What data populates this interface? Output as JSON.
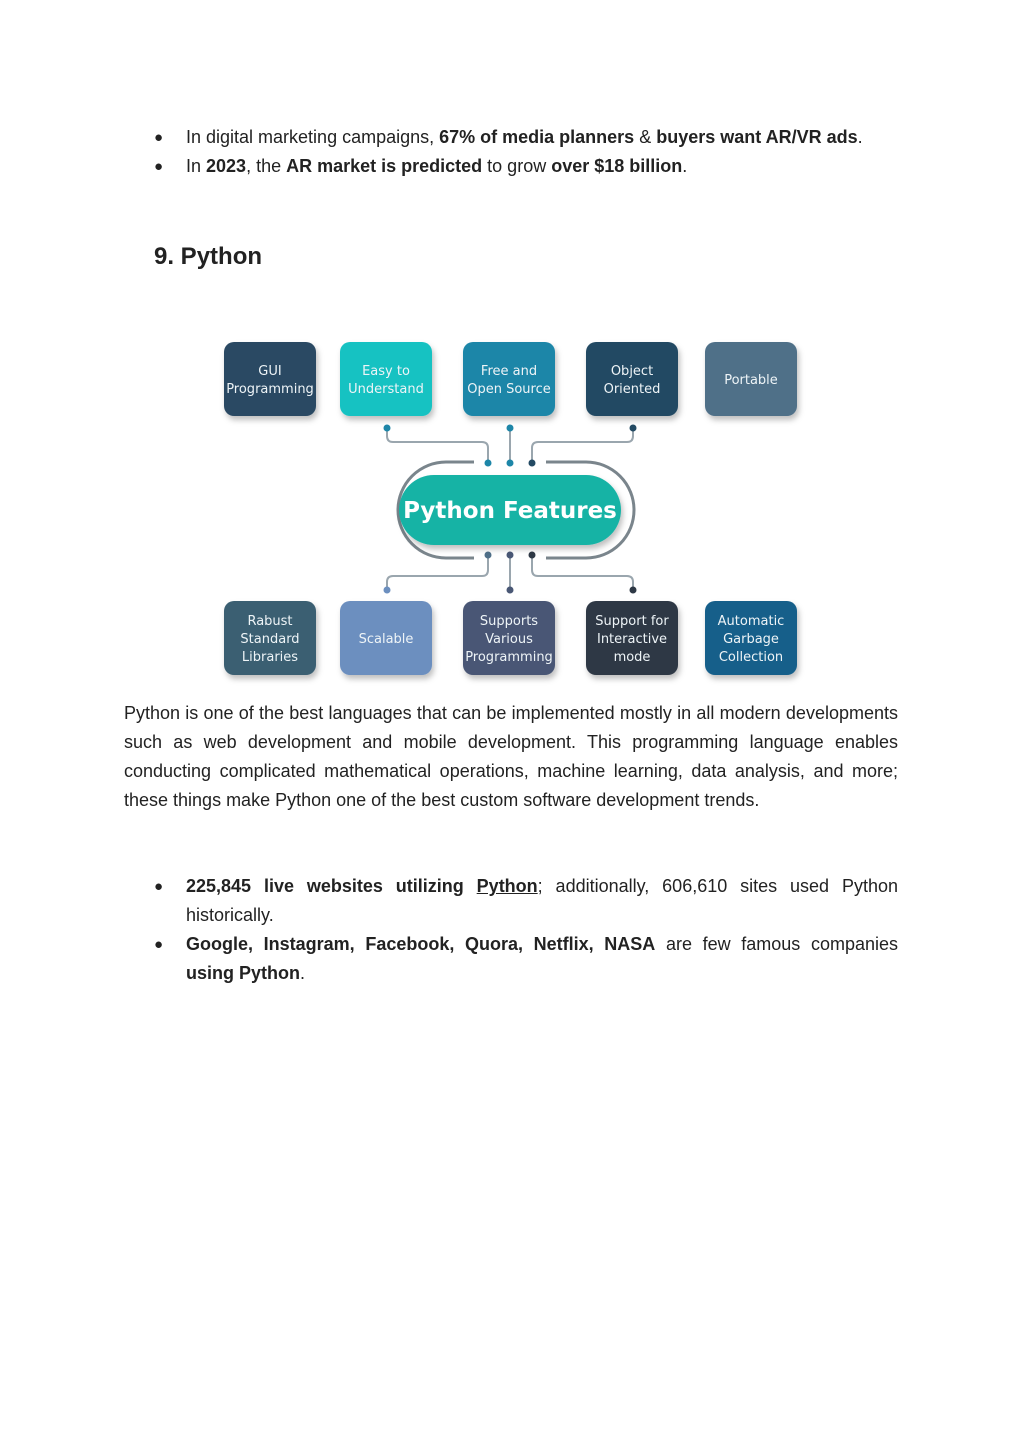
{
  "top_bullets": [
    {
      "parts": [
        {
          "text": "In digital marketing campaigns, ",
          "bold": false
        },
        {
          "text": "67% of media planners",
          "bold": true
        },
        {
          "text": " & ",
          "bold": false
        },
        {
          "text": "buyers want AR/VR ads",
          "bold": true
        },
        {
          "text": ".",
          "bold": false
        }
      ]
    },
    {
      "parts": [
        {
          "text": "In ",
          "bold": false
        },
        {
          "text": "2023",
          "bold": true
        },
        {
          "text": ", the ",
          "bold": false
        },
        {
          "text": "AR market is predicted",
          "bold": true
        },
        {
          "text": " to grow ",
          "bold": false
        },
        {
          "text": "over $18 billion",
          "bold": true
        },
        {
          "text": ".",
          "bold": false
        }
      ]
    }
  ],
  "bullet_glyph": "●",
  "section_heading": "9. Python",
  "figure": {
    "center_label": "Python Features",
    "top_features": [
      {
        "lines": [
          "GUI",
          "Programming"
        ],
        "color": "#2c4a63"
      },
      {
        "lines": [
          "Easy to",
          "Understand"
        ],
        "color": "#19c2c2"
      },
      {
        "lines": [
          "Free and",
          "Open Source"
        ],
        "color": "#1d86a8"
      },
      {
        "lines": [
          "Object",
          "Oriented"
        ],
        "color": "#234a63"
      },
      {
        "lines": [
          "Portable"
        ],
        "color": "#4f6f88"
      }
    ],
    "bottom_features": [
      {
        "lines": [
          "Rabust",
          "Standard",
          "Libraries"
        ],
        "color": "#3b5f72"
      },
      {
        "lines": [
          "Scalable"
        ],
        "color": "#6c8fbf"
      },
      {
        "lines": [
          "Supports",
          "Various",
          "Programming"
        ],
        "color": "#495775"
      },
      {
        "lines": [
          "Support for",
          "Interactive",
          "mode"
        ],
        "color": "#2e3845"
      },
      {
        "lines": [
          "Automatic",
          "Garbage",
          "Collection"
        ],
        "color": "#155f8a"
      }
    ],
    "accent_color": "#19b3a5"
  },
  "paragraph": "Python is one of the best languages that can be implemented mostly in all modern developments such as web development and mobile development. This programming language enables conducting complicated mathematical operations, machine learning, data analysis, and more; these things make Python one of the best custom software development trends.",
  "bottom_bullets": [
    {
      "parts": [
        {
          "text": " 225,845 live websites utilizing ",
          "bold": true
        },
        {
          "text": "Python",
          "bold": true,
          "underline": true
        },
        {
          "text": "; additionally, 606,610 sites used Python historically.",
          "bold": false
        }
      ]
    },
    {
      "parts": [
        {
          "text": "Google, Instagram, Facebook, Quora, Netflix, NASA",
          "bold": true
        },
        {
          "text": " are few famous companies ",
          "bold": false
        },
        {
          "text": "using Python",
          "bold": true
        },
        {
          "text": ".",
          "bold": false
        }
      ]
    }
  ]
}
